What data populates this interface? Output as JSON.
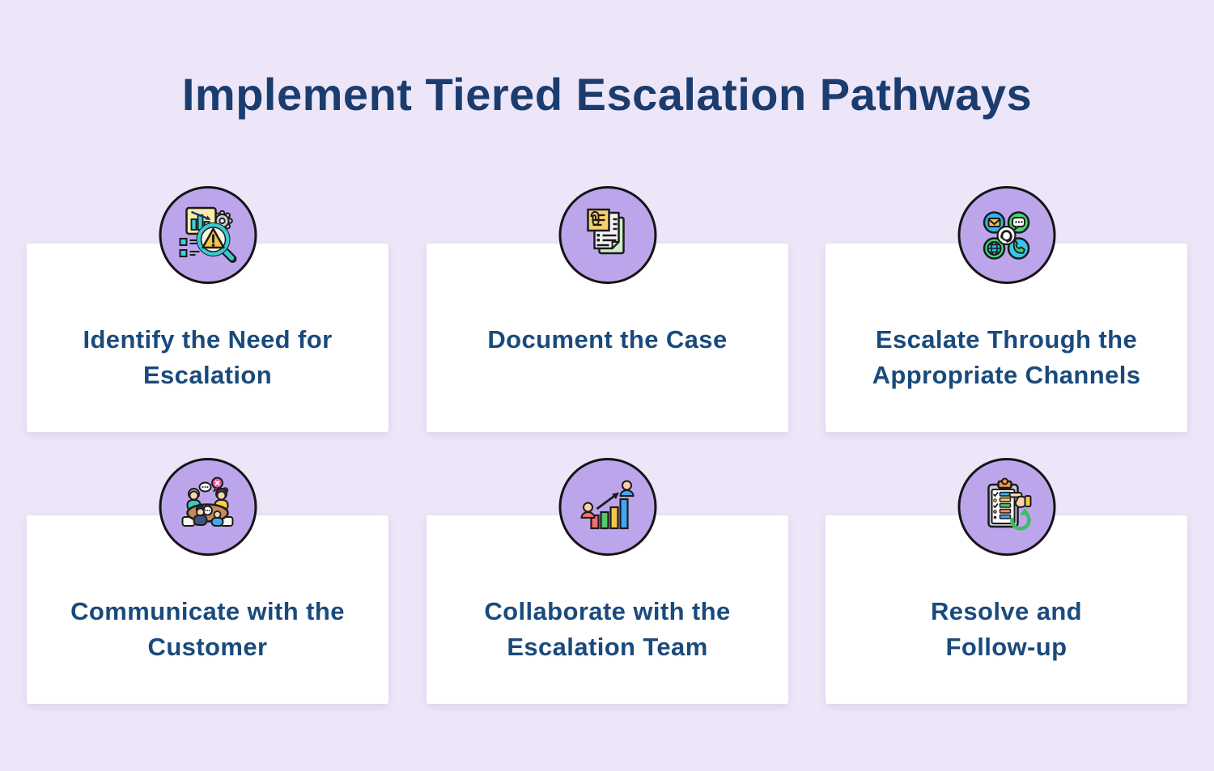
{
  "page": {
    "title": "Implement Tiered Escalation Pathways"
  },
  "colors": {
    "background": "#EDE6F8",
    "card_background": "#FFFFFF",
    "title_text": "#1B3C6E",
    "card_text": "#1A4A7C",
    "icon_circle_fill": "#BDA5EC",
    "icon_circle_border": "#141414"
  },
  "cards": [
    {
      "icon": "report-magnifier-warning-icon",
      "label": "Identify the Need for\nEscalation"
    },
    {
      "icon": "document-notes-paperclip-icon",
      "label": "Document the Case"
    },
    {
      "icon": "communication-channels-icon",
      "label": "Escalate Through the\nAppropriate Channels"
    },
    {
      "icon": "customer-meeting-table-icon",
      "label": "Communicate with the\nCustomer"
    },
    {
      "icon": "growth-chart-people-icon",
      "label": "Collaborate with the\nEscalation Team"
    },
    {
      "icon": "checklist-refresh-hand-icon",
      "label": "Resolve and\nFollow-up"
    }
  ]
}
